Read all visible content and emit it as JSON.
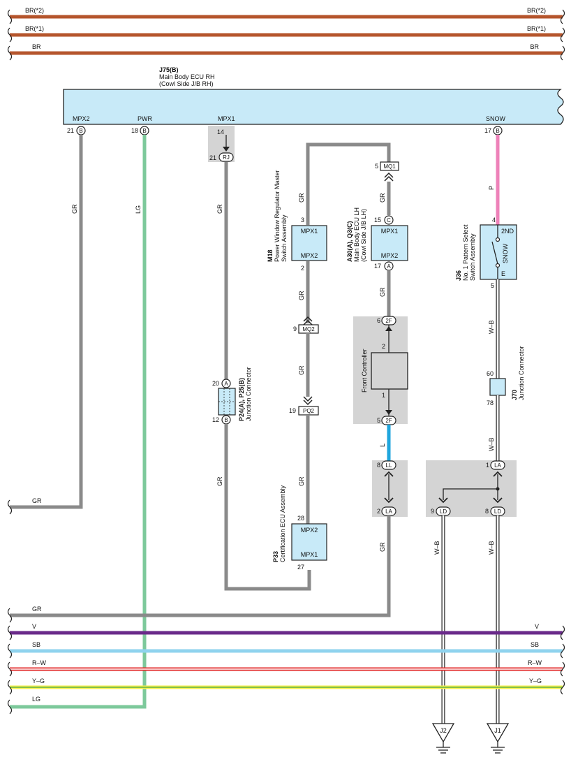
{
  "colors": {
    "brown": "#b5552c",
    "gray": "#8a8a8a",
    "green": "#7dc99b",
    "pink": "#ee82b9",
    "blue": "#1fa6dd",
    "purple": "#6a2a8a",
    "skyblue": "#8fd3ee",
    "red": "#e22a2a",
    "yellow": "#f4ee48",
    "lightblue_box": "#c8eaf8",
    "shade": "#d4d4d4"
  },
  "top_buses": [
    {
      "label_left": "BR(*2)",
      "label_right": "BR(*2)"
    },
    {
      "label_left": "BR(*1)",
      "label_right": "BR(*1)"
    },
    {
      "label_left": "BR",
      "label_right": "BR"
    }
  ],
  "j75": {
    "code": "J75(B)",
    "name": "Main Body ECU RH",
    "sub": "(Cowl Side J/B RH)",
    "pins": [
      {
        "name": "MPX2",
        "num": "21",
        "conn": "B"
      },
      {
        "name": "PWR",
        "num": "18",
        "conn": "B"
      },
      {
        "name": "MPX1",
        "num": "14"
      },
      {
        "name": "SNOW",
        "num": "17",
        "conn": "B"
      }
    ]
  },
  "rj": {
    "num": "21",
    "conn": "RJ"
  },
  "m18": {
    "code": "M18",
    "name1": "Power Window Regulator Master",
    "name2": "Switch Assembly",
    "pin_top": "MPX1",
    "pin_bottom": "MPX2",
    "num_top": "3",
    "num_bottom": "2"
  },
  "mq1": {
    "num": "5",
    "conn": "MQ1"
  },
  "mq2": {
    "num": "9",
    "conn": "MQ2"
  },
  "pq2": {
    "num": "19",
    "conn": "PQ2"
  },
  "a30": {
    "code": "A30(A), Q3(C)",
    "name1": "Main Body ECU LH",
    "name2": "(Cowl Side J/B LH)",
    "pin_top": "MPX1",
    "pin_bottom": "MPX2",
    "num_top": "15",
    "conn_top": "C",
    "num_bottom": "17",
    "conn_bottom": "A"
  },
  "front_controller": {
    "name": "Front Controller",
    "pin_top": "2",
    "pin_bottom": "1"
  },
  "f2_top": {
    "num": "6",
    "conn": "2F"
  },
  "f2_bottom": {
    "num": "5",
    "conn": "2F"
  },
  "ll": {
    "num": "8",
    "conn": "LL"
  },
  "la_left": {
    "num": "2",
    "conn": "LA"
  },
  "p24": {
    "code": "P24(A), P25(B)",
    "name": "Junction Connector",
    "num_top": "20",
    "conn_top": "A",
    "num_bottom": "12",
    "conn_bottom": "B"
  },
  "p33": {
    "code": "P33",
    "name": "Certification ECU Assembly",
    "pin_top": "MPX2",
    "pin_bottom": "MPX1",
    "num_top": "28",
    "num_bottom": "27"
  },
  "j36": {
    "code": "J36",
    "name1": "No. 1 Pattern Select",
    "name2": "Switch Assembly",
    "pin_top": "2ND",
    "pin_mid": "SNOW",
    "pin_bottom": "E",
    "num_top": "4",
    "num_bottom": "5"
  },
  "j70": {
    "code": "J70",
    "name": "Junction Connector",
    "num_top": "60",
    "num_bottom": "78"
  },
  "la_right": {
    "num": "1",
    "conn": "LA"
  },
  "ld_left": {
    "num": "9",
    "conn": "LD"
  },
  "ld_right": {
    "num": "8",
    "conn": "LD"
  },
  "grounds": [
    {
      "label": "J2"
    },
    {
      "label": "J1"
    }
  ],
  "wire_labels": {
    "gr": "GR",
    "lg": "LG",
    "p": "P",
    "l": "L",
    "wb": "W–B",
    "v": "V",
    "sb": "SB",
    "rw": "R–W",
    "yg": "Y–G"
  },
  "bottom_buses": [
    {
      "label_left": "GR",
      "label_right": ""
    },
    {
      "label_left": "V",
      "label_right": "V"
    },
    {
      "label_left": "SB",
      "label_right": "SB"
    },
    {
      "label_left": "R–W",
      "label_right": "R–W"
    },
    {
      "label_left": "Y–G",
      "label_right": "Y–G"
    },
    {
      "label_left": "LG",
      "label_right": ""
    }
  ]
}
